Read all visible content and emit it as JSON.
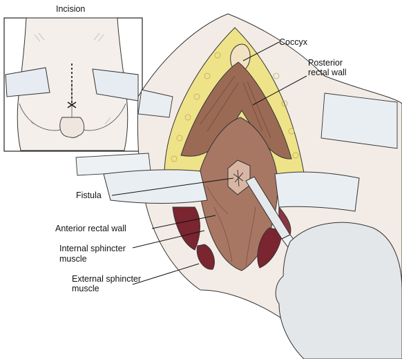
{
  "inset": {
    "title": "Incision"
  },
  "labels": {
    "coccyx": "Coccyx",
    "posterior_rectal_wall_1": "Posterior",
    "posterior_rectal_wall_2": "rectal wall",
    "fistula": "Fistula",
    "anterior_rectal_wall": "Anterior rectal wall",
    "internal_sphincter_1": "Internal sphincter",
    "internal_sphincter_2": "muscle",
    "external_sphincter_1": "External sphincter",
    "external_sphincter_2": "muscle"
  },
  "colors": {
    "skin": "#f3ece6",
    "fat": "#efe38a",
    "rectal_wall": "#9b6a55",
    "rectal_wall_dark": "#7a4c3b",
    "sphincter": "#7a2530",
    "retractor": "#e9eef2",
    "glove": "#e4e7ea",
    "outline": "#222222"
  }
}
